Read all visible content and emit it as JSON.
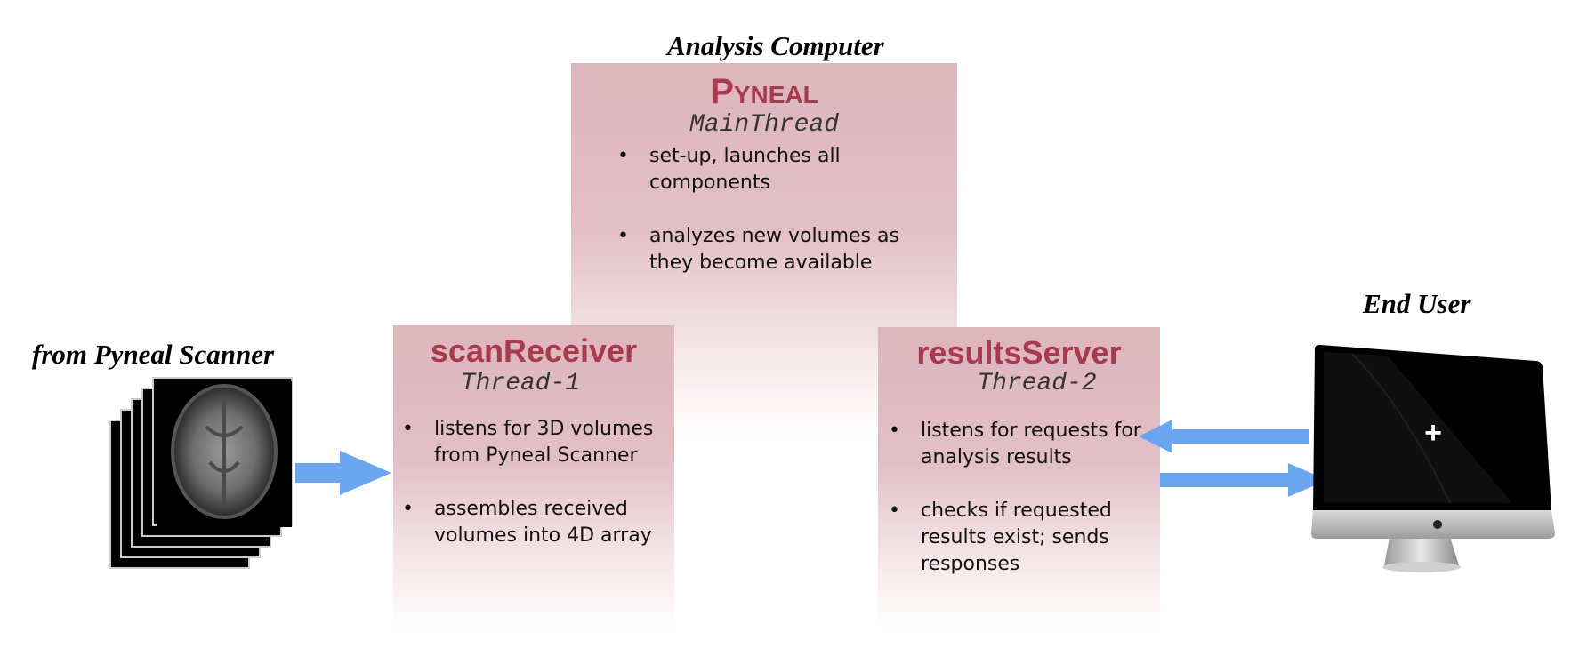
{
  "labels": {
    "analysis_computer": "Analysis Computer",
    "from_scanner": "from Pyneal Scanner",
    "end_user": "End User"
  },
  "main_box": {
    "title": "Pyneal",
    "thread": "MainThread",
    "bullets": [
      "set-up, launches all components",
      "analyzes new volumes as they become available"
    ]
  },
  "scan_receiver": {
    "title": "scanReceiver",
    "thread": "Thread-1",
    "bullets": [
      "listens for 3D volumes from Pyneal Scanner",
      "assembles received volumes into 4D array"
    ]
  },
  "results_server": {
    "title": "resultsServer",
    "thread": "Thread-2",
    "bullets": [
      "listens for requests for analysis results",
      "checks if requested results exist; sends responses"
    ]
  },
  "monitor": {
    "screen_symbol": "+"
  },
  "colors": {
    "title_red": "#a8394f",
    "box_pink": "#ddb5bd",
    "arrow_blue": "#6aa6f0"
  },
  "icons": {
    "scan_stack": "brain-mri-stack-icon",
    "monitor": "desktop-monitor-icon"
  }
}
